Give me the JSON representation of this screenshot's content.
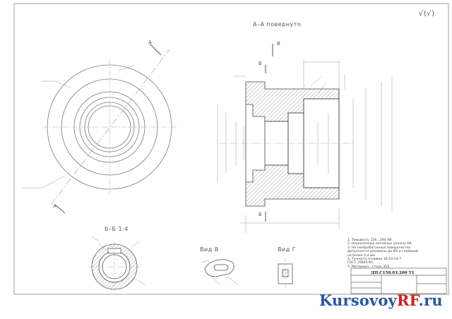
{
  "drawing": {
    "section_title": "А–А повернуто",
    "section_b_title": "Б–Б 1:4",
    "view_v_title": "Вид В",
    "view_g_title": "Вид Г",
    "roughness_mark": "√(√)",
    "cut_letter_a": "А",
    "cut_letter_b": "Б",
    "cut_letter_v": "В"
  },
  "notes": [
    "1. Твердость 156...200 НВ.",
    "2. Неуказанные литейные уклоны R6.",
    "3. На необработанных поверхностях",
    "   допускается раковины до Ø3 и глубиной",
    "   не более 0,4 мм.",
    "4. Точность отливки 10-10-14-7",
    "   ГОСТ 26645-85.",
    "5. Материал – сталь 35Л."
  ],
  "title_block": {
    "document_code": "ДП.С158.03.200 Т1"
  },
  "watermark": {
    "brand_prefix": "Kursovoy",
    "brand_suffix": "RF",
    "brand_domain": ".ru",
    "brand_color": "#2b56a6",
    "accent_color": "#d01f1f"
  }
}
